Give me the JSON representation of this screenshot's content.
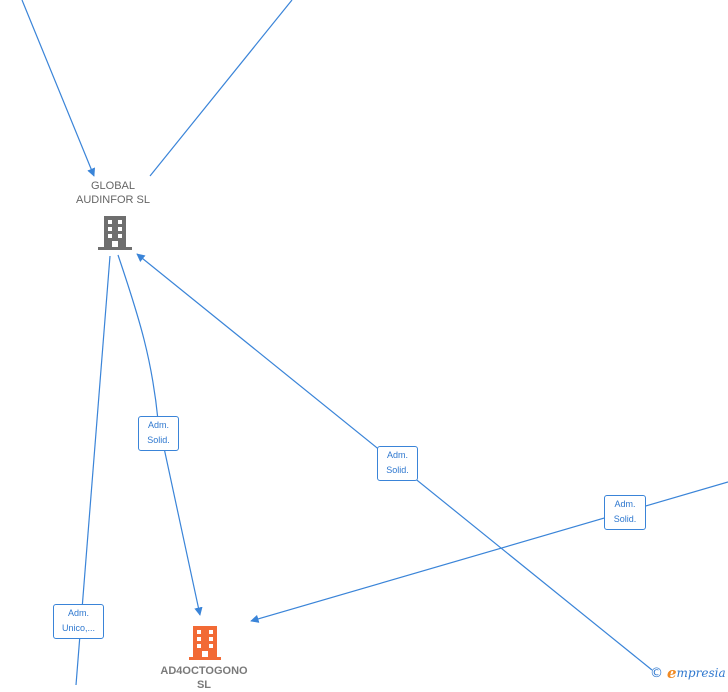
{
  "nodes": {
    "global_audinfor": {
      "label_line1": "GLOBAL",
      "label_line2": "AUDINFOR  SL",
      "type": "company",
      "color": "#6e6e6e"
    },
    "ad4octogono": {
      "label_line1": "AD4OCTOGONO",
      "label_line2": "SL",
      "type": "company",
      "focus": true,
      "color": "#f26a35"
    }
  },
  "edges": [
    {
      "label_line1": "Adm.",
      "label_line2": "Solid."
    },
    {
      "label_line1": "Adm.",
      "label_line2": "Solid."
    },
    {
      "label_line1": "Adm.",
      "label_line2": "Solid."
    },
    {
      "label_line1": "Adm.",
      "label_line2": "Unico,..."
    }
  ],
  "colors": {
    "edge": "#3a84d8",
    "edge_label_text": "#2f78cf"
  },
  "brand": {
    "copyright": "©",
    "initial": "e",
    "rest": "mpresia"
  }
}
